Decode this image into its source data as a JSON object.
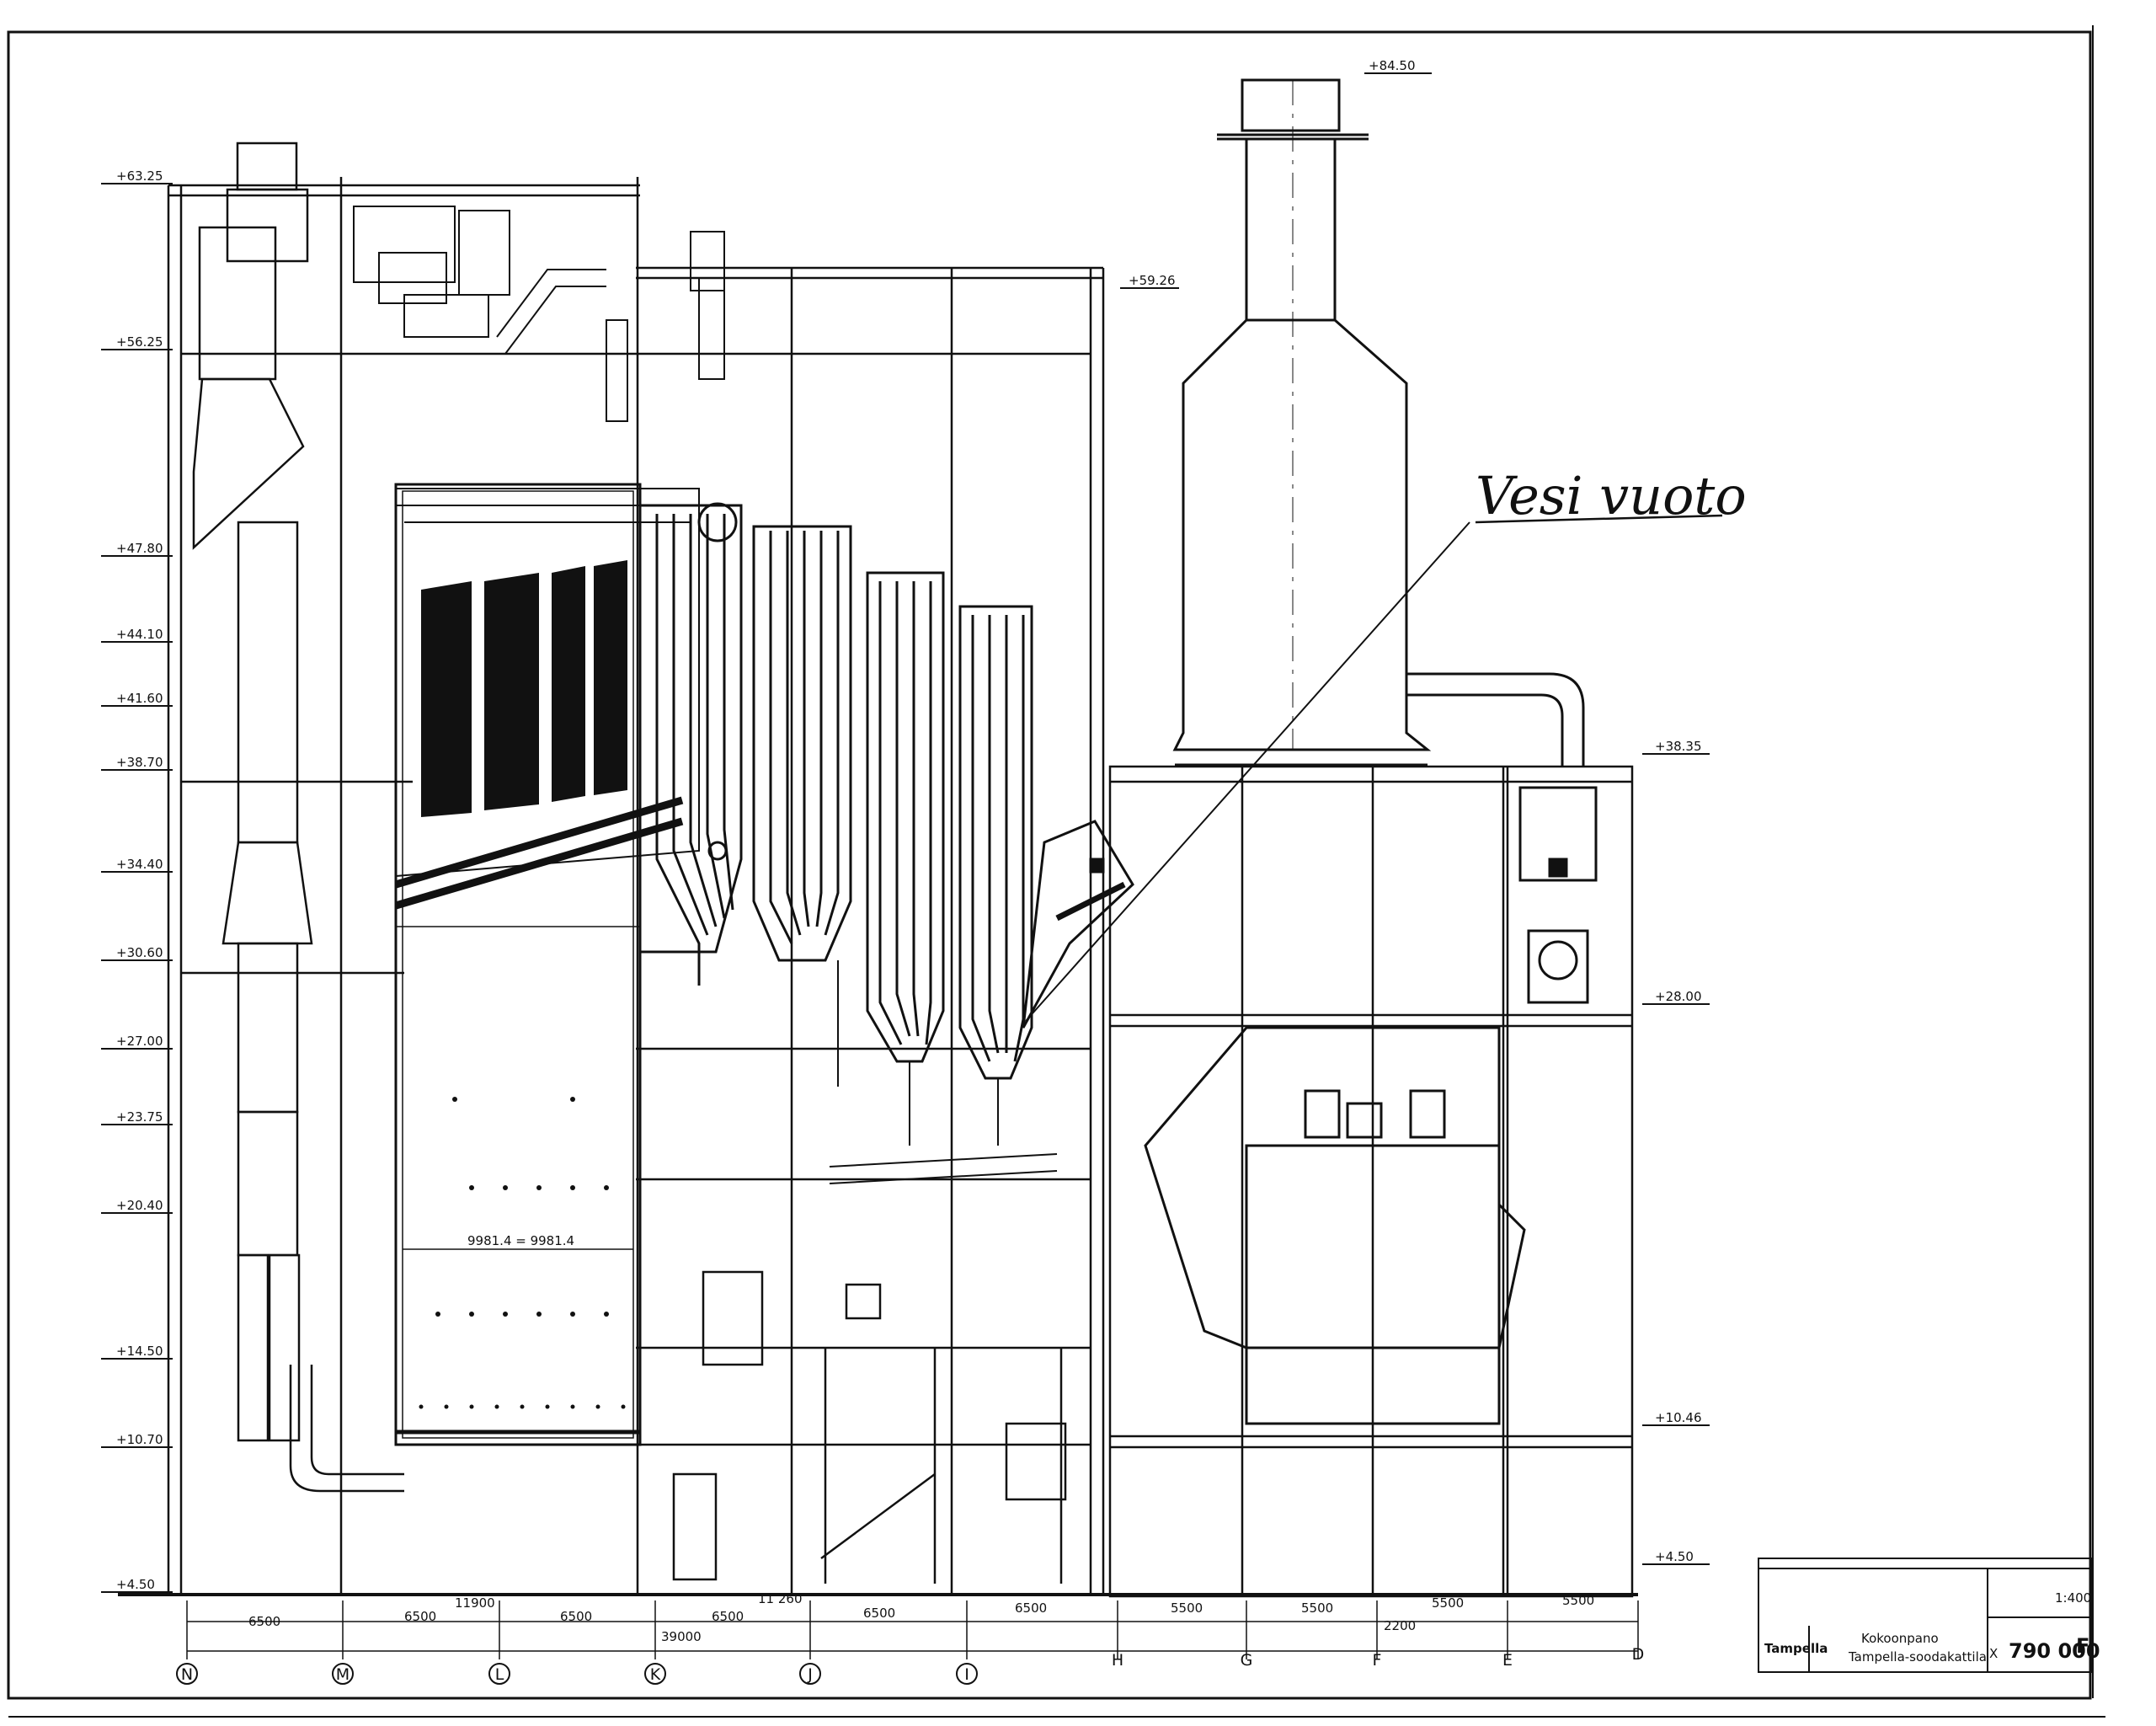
{
  "annotation": {
    "text": "Vesi vuoto"
  },
  "levels": {
    "stack_top": "+84.50",
    "l6325": "+63.25",
    "l5925": "+59.26",
    "l5625": "+56.25",
    "l4780": "+47.80",
    "l4410": "+44.10",
    "l4160": "+41.60",
    "l3870": "+38.70",
    "l3835": "+38.35",
    "l3440": "+34.40",
    "l3060": "+30.60",
    "l2800": "+28.00",
    "l2700": "+27.00",
    "l2375": "+23.75",
    "l2040": "+20.40",
    "l1450": "+14.50",
    "l1070": "+10.70",
    "l1046": "+10.46",
    "l450": "+4.50",
    "l450r": "+4.50"
  },
  "dimensions": {
    "d1": "6500",
    "d2": "6500",
    "d3": "11900",
    "d4": "6500",
    "d5": "6500",
    "d6": "11 260",
    "d7": "6500",
    "d8": "6500",
    "d9": "5500",
    "d10": "5500",
    "d11": "5500",
    "d12": "5500",
    "d13": "39000",
    "d14": "2200",
    "furnace": "9981.4 = 9981.4"
  },
  "axes": [
    "N",
    "M",
    "L",
    "K",
    "J",
    "I",
    "H",
    "G",
    "F",
    "E",
    "D"
  ],
  "title_block": {
    "company": "Tampella",
    "title": "Kokoonpano",
    "subtitle": "Tampella-soodakattila",
    "scale": "1:400",
    "drawing_no": "790 000",
    "rev": "F",
    "prefix": "X"
  }
}
